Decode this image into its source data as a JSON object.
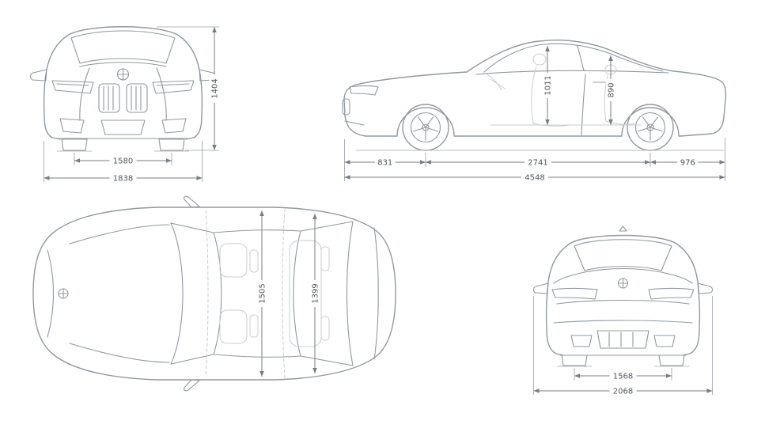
{
  "colors": {
    "car_line": "#9199a1",
    "dim_line": "#787d85",
    "dim_text": "#51565c",
    "ghost_line": "#c9cdd2",
    "background": "#ffffff"
  },
  "views": {
    "front": {
      "track": "1580",
      "overall_width": "1838",
      "height": "1404"
    },
    "side": {
      "front_overhang": "831",
      "wheelbase": "2741",
      "rear_overhang": "976",
      "overall_length": "4548",
      "front_headroom": "1011",
      "rear_headroom": "890"
    },
    "top": {
      "front_interior_width": "1505",
      "rear_interior_width": "1399"
    },
    "rear": {
      "track": "1568",
      "width_with_mirrors": "2068"
    }
  }
}
